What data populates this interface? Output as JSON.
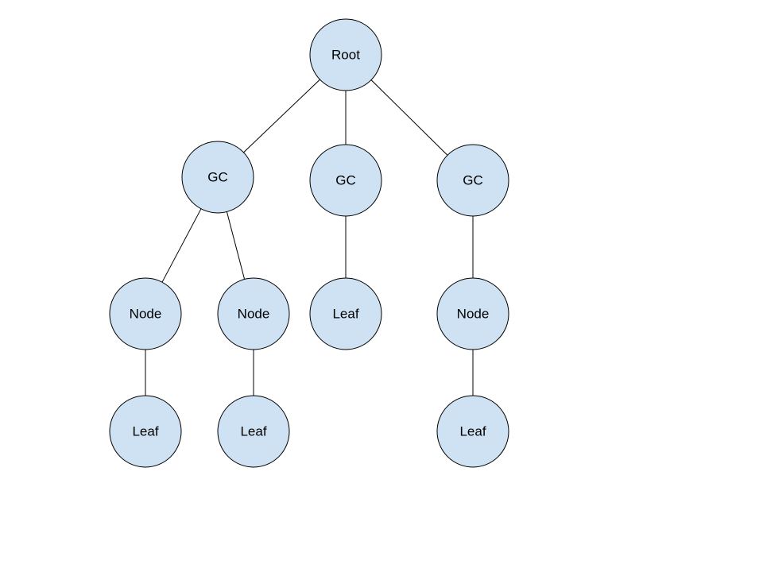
{
  "diagram": {
    "type": "tree",
    "colors": {
      "node_fill": "#cfe2f3",
      "node_stroke": "#000000",
      "edge": "#000000",
      "background": "#ffffff"
    },
    "nodes": [
      {
        "id": "root",
        "label": "Root"
      },
      {
        "id": "gc1",
        "label": "GC"
      },
      {
        "id": "gc2",
        "label": "GC"
      },
      {
        "id": "gc3",
        "label": "GC"
      },
      {
        "id": "node1",
        "label": "Node"
      },
      {
        "id": "node2",
        "label": "Node"
      },
      {
        "id": "leaf_gc2",
        "label": "Leaf"
      },
      {
        "id": "node3",
        "label": "Node"
      },
      {
        "id": "leaf1",
        "label": "Leaf"
      },
      {
        "id": "leaf2",
        "label": "Leaf"
      },
      {
        "id": "leaf3",
        "label": "Leaf"
      }
    ],
    "edges": [
      {
        "from": "root",
        "to": "gc1"
      },
      {
        "from": "root",
        "to": "gc2"
      },
      {
        "from": "root",
        "to": "gc3"
      },
      {
        "from": "gc1",
        "to": "node1"
      },
      {
        "from": "gc1",
        "to": "node2"
      },
      {
        "from": "gc2",
        "to": "leaf_gc2"
      },
      {
        "from": "gc3",
        "to": "node3"
      },
      {
        "from": "node1",
        "to": "leaf1"
      },
      {
        "from": "node2",
        "to": "leaf2"
      },
      {
        "from": "node3",
        "to": "leaf3"
      }
    ]
  }
}
